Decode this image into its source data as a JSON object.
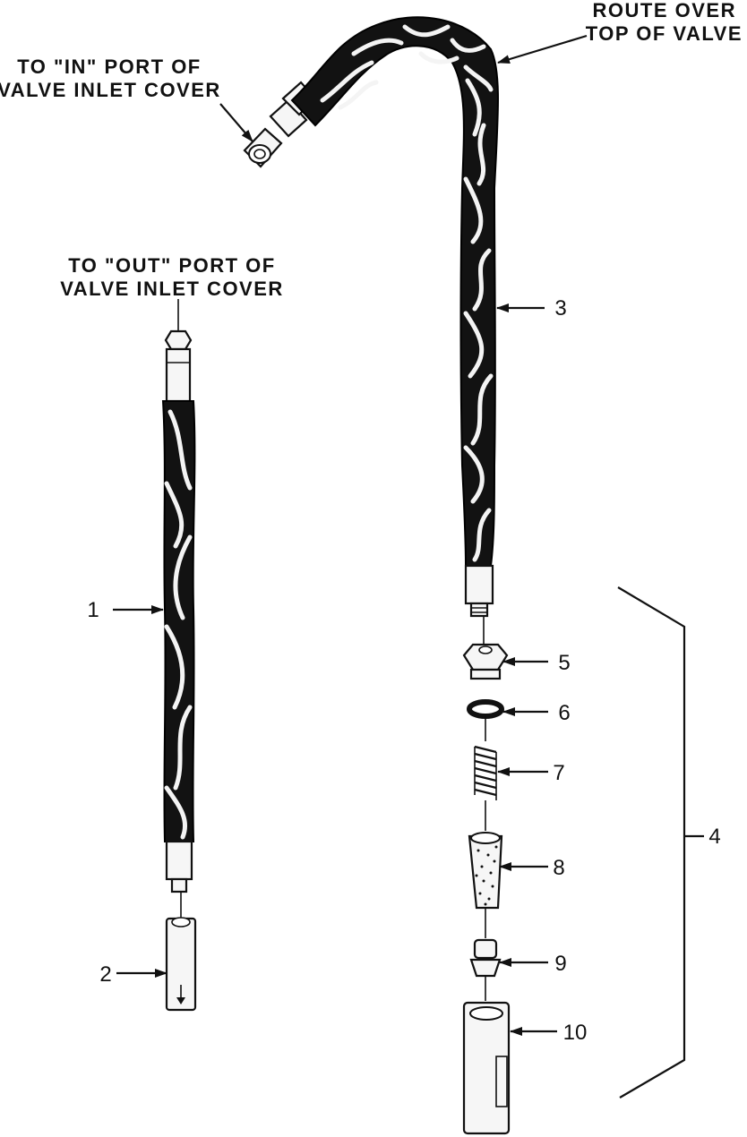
{
  "labels": {
    "in_port_line1": "TO \"IN\" PORT OF",
    "in_port_line2": "VALVE INLET COVER",
    "out_port_line1": "TO \"OUT\" PORT OF",
    "out_port_line2": "VALVE INLET COVER",
    "route_line1": "ROUTE OVER",
    "route_line2": "TOP OF VALVE"
  },
  "callouts": [
    "1",
    "2",
    "3",
    "4",
    "5",
    "6",
    "7",
    "8",
    "9",
    "10"
  ],
  "colors": {
    "ink": "#111111",
    "hose_fill": "#121212",
    "background": "#ffffff"
  }
}
